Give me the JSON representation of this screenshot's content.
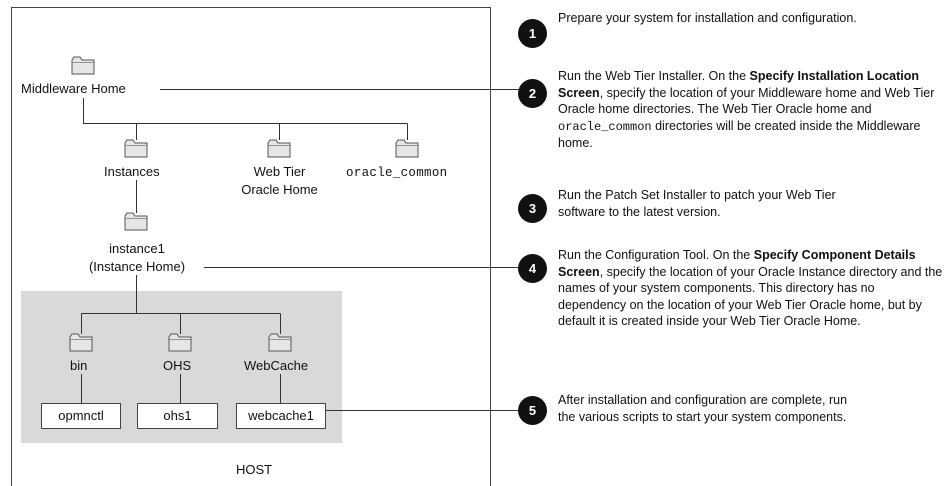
{
  "diagram": {
    "nodes": {
      "middleware_home": "Middleware Home",
      "instances": "Instances",
      "web_tier_oracle_home": [
        "Web Tier",
        "Oracle Home"
      ],
      "oracle_common": "oracle_common",
      "instance1": [
        "instance1",
        "(Instance Home)"
      ],
      "bin": "bin",
      "ohs": "OHS",
      "webcache": "WebCache"
    },
    "boxes": {
      "opmnctl": "opmnctl",
      "ohs1": "ohs1",
      "webcache1": "webcache1"
    },
    "host_label": "HOST"
  },
  "steps": [
    {
      "number": "1",
      "parts": [
        {
          "t": "Prepare your system for installation and configuration."
        }
      ]
    },
    {
      "number": "2",
      "parts": [
        {
          "t": "Run the Web Tier Installer. On the "
        },
        {
          "t": "Specify Installation Location Screen",
          "bold": true
        },
        {
          "t": ", specify the location of your Middleware home and Web Tier Oracle home directories. The Web Tier Oracle home and "
        },
        {
          "t": "oracle_common",
          "mono": true
        },
        {
          "t": " directories will be created inside the Middleware home."
        }
      ]
    },
    {
      "number": "3",
      "parts": [
        {
          "t": "Run the Patch Set Installer to patch your Web Tier software to the latest version."
        }
      ]
    },
    {
      "number": "4",
      "parts": [
        {
          "t": "Run the Configuration Tool. On the "
        },
        {
          "t": "Specify Component Details Screen",
          "bold": true
        },
        {
          "t": ", specify the location of your Oracle Instance directory and the names of your system components. This directory has no dependency on the location of your Web Tier Oracle home, but by default it is created inside your Web Tier Oracle Home."
        }
      ]
    },
    {
      "number": "5",
      "parts": [
        {
          "t": "After installation and configuration are complete, run the various scripts to start your system components."
        }
      ]
    }
  ]
}
